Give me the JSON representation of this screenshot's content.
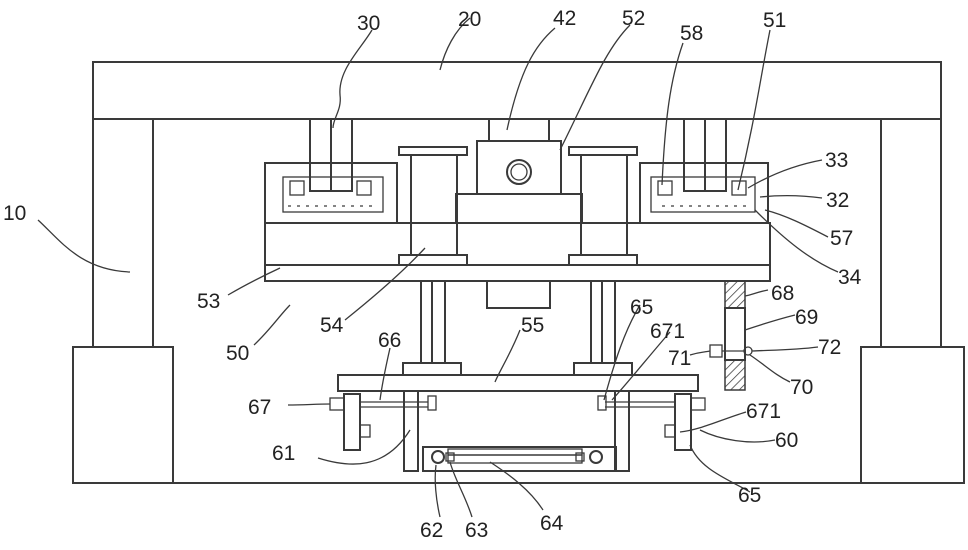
{
  "diagram": {
    "labels": [
      {
        "id": "30",
        "text": "30"
      },
      {
        "id": "20",
        "text": "20"
      },
      {
        "id": "42",
        "text": "42"
      },
      {
        "id": "52",
        "text": "52"
      },
      {
        "id": "58",
        "text": "58"
      },
      {
        "id": "51",
        "text": "51"
      },
      {
        "id": "33",
        "text": "33"
      },
      {
        "id": "32",
        "text": "32"
      },
      {
        "id": "57",
        "text": "57"
      },
      {
        "id": "34",
        "text": "34"
      },
      {
        "id": "10",
        "text": "10"
      },
      {
        "id": "53",
        "text": "53"
      },
      {
        "id": "54",
        "text": "54"
      },
      {
        "id": "50",
        "text": "50"
      },
      {
        "id": "55",
        "text": "55"
      },
      {
        "id": "65a",
        "text": "65"
      },
      {
        "id": "671a",
        "text": "671"
      },
      {
        "id": "68",
        "text": "68"
      },
      {
        "id": "69",
        "text": "69"
      },
      {
        "id": "66",
        "text": "66"
      },
      {
        "id": "71",
        "text": "71"
      },
      {
        "id": "72",
        "text": "72"
      },
      {
        "id": "70",
        "text": "70"
      },
      {
        "id": "67",
        "text": "67"
      },
      {
        "id": "671b",
        "text": "671"
      },
      {
        "id": "60",
        "text": "60"
      },
      {
        "id": "61",
        "text": "61"
      },
      {
        "id": "65b",
        "text": "65"
      },
      {
        "id": "62",
        "text": "62"
      },
      {
        "id": "63",
        "text": "63"
      },
      {
        "id": "64",
        "text": "64"
      }
    ]
  }
}
